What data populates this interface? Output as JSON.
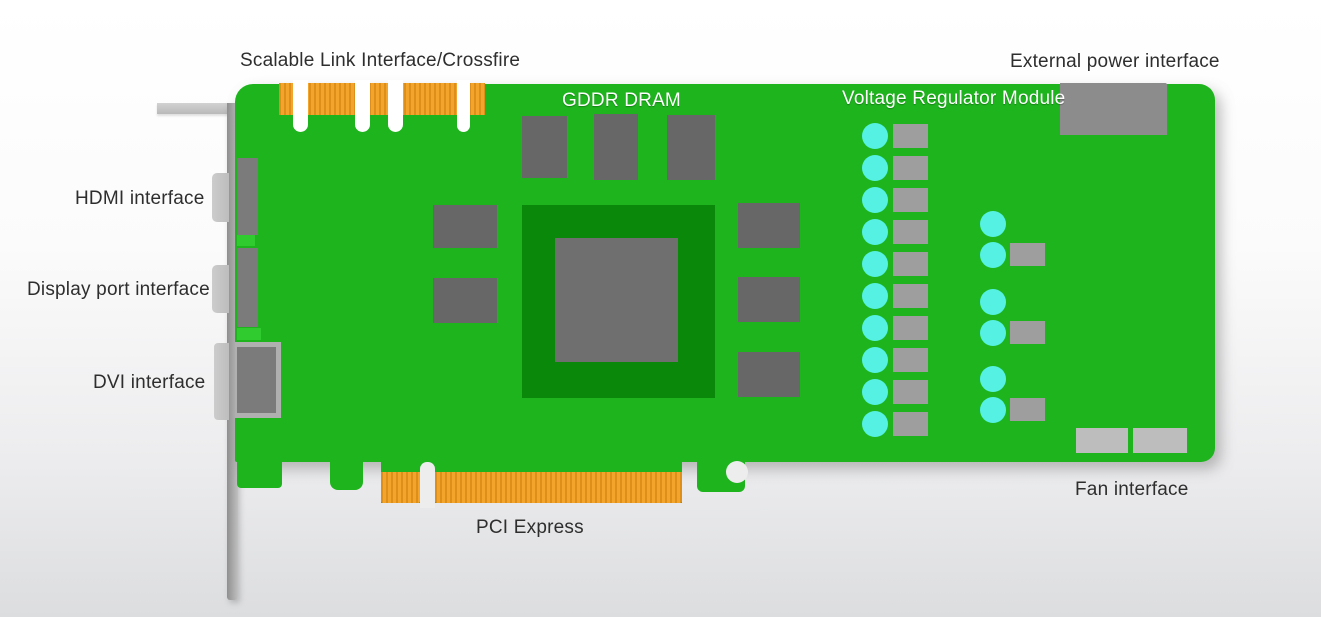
{
  "diagram": {
    "subject": "Graphics card component diagram",
    "labels": {
      "sli": "Scalable Link Interface/Crossfire",
      "external_power": "External power interface",
      "gddr": "GDDR DRAM",
      "vrm": "Voltage Regulator Module",
      "hdmi": "HDMI interface",
      "displayport": "Display port interface",
      "dvi": "DVI interface",
      "pcie": "PCI Express",
      "fan": "Fan interface"
    },
    "colors": {
      "board_green": "#1eb41e",
      "substrate_green": "#0a880a",
      "die_gray": "#6f6f6f",
      "chip_gray": "#676767",
      "connector_gray": "#7b7b7b",
      "gold": "#f3a42b",
      "gold_stripe": "#dd8f1a",
      "capacitor_cyan": "#55f1e3",
      "vrm_pad_gray": "#9e9e9e",
      "power_connector_gray": "#8c8c8c",
      "fan_pad_gray": "#bdbdbd"
    },
    "components": {
      "dram_chip_count": 8,
      "sli_finger_segments": 5,
      "pcie_finger_segments": 2,
      "vrm_left_rows": 10,
      "vrm_right_capacitors": 6,
      "vrm_right_pads": 3,
      "fan_pads": 2,
      "display_outputs": [
        "HDMI",
        "DisplayPort",
        "DVI"
      ]
    }
  }
}
